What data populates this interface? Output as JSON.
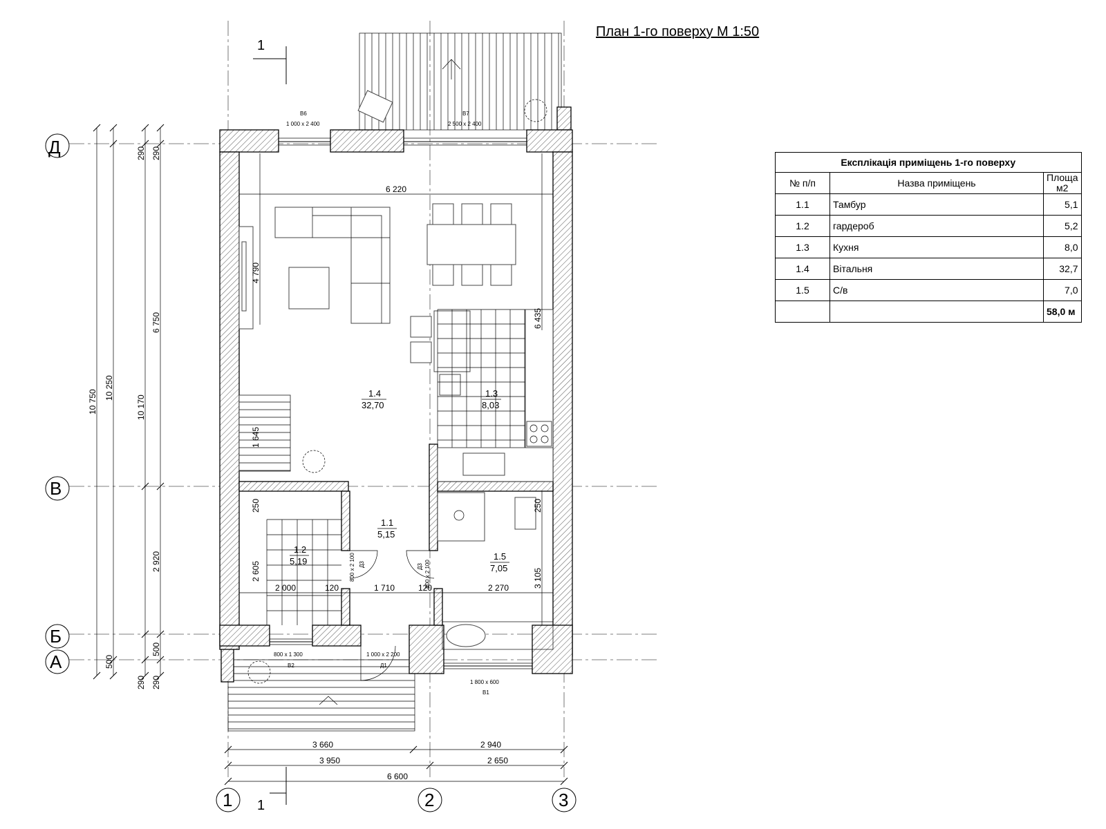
{
  "title": "План 1-го поверху М 1:50",
  "section_marker": "1",
  "axes": {
    "letters": [
      "Д",
      "В",
      "Б",
      "А"
    ],
    "numbers": [
      "1",
      "2",
      "3"
    ]
  },
  "rooms": [
    {
      "id": "1.1",
      "area": "5,15"
    },
    {
      "id": "1.2",
      "area": "5,19"
    },
    {
      "id": "1.3",
      "area": "8,03"
    },
    {
      "id": "1.4",
      "area": "32,70"
    },
    {
      "id": "1.5",
      "area": "7,05"
    }
  ],
  "openings": {
    "b6": {
      "name": "В6",
      "size": "1 000 х 2 400"
    },
    "b7": {
      "name": "В7",
      "size": "2 500 х 2 400"
    },
    "b2": {
      "name": "В2",
      "size": "800 х 1 300"
    },
    "d1": {
      "name": "Д1",
      "size": "1 000 х 2 200"
    },
    "b1": {
      "name": "В1",
      "size": "1 800 х 600"
    },
    "d3a": {
      "name": "Д3",
      "size": "800 х 2 100"
    },
    "d3b": {
      "name": "Д3",
      "size": "800 х 2 100"
    }
  },
  "dimensions": {
    "top_inner": "6 220",
    "living_h": "4 790",
    "kitchen_h": "6 435",
    "stair": "1 645",
    "left_250": "250",
    "right_250": "250",
    "wardrobe_h": "2 605",
    "w2000": "2 000",
    "w120a": "120",
    "w1710": "1 710",
    "w120b": "120",
    "w2270": "2 270",
    "h3105": "3 105",
    "bottom1": [
      "3 660",
      "2 940"
    ],
    "bottom2": [
      "3 950",
      "2 650"
    ],
    "bottom3": "6 600",
    "left_total1": "10 750",
    "left_total2": "10 250",
    "left_total3": "10 170",
    "left_6750": "6 750",
    "left_2920": "2 920",
    "v290": "290",
    "v500": "500"
  },
  "explication": {
    "caption": "Експлікація приміщень 1-го поверху",
    "headers": {
      "num": "№ п/п",
      "name": "Назва приміщень",
      "area": "Площа",
      "unit": "м2"
    },
    "rows": [
      {
        "num": "1.1",
        "name": "Тамбур",
        "area": "5,1"
      },
      {
        "num": "1.2",
        "name": "гардероб",
        "area": "5,2"
      },
      {
        "num": "1.3",
        "name": "Кухня",
        "area": "8,0"
      },
      {
        "num": "1.4",
        "name": "Вітальня",
        "area": "32,7"
      },
      {
        "num": "1.5",
        "name": "С/в",
        "area": "7,0"
      }
    ],
    "total": "58,0 м"
  }
}
